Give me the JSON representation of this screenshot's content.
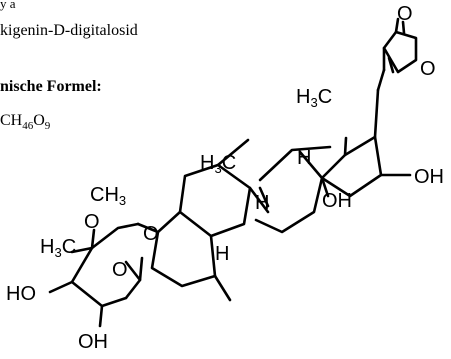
{
  "text": {
    "top_fragment": "y                                                                  a",
    "name": "kigenin-D-digitalosid",
    "formula_heading": "nische Formel:",
    "formula_prefix": "C",
    "formula_c_sub": "",
    "formula_h_sub": "46",
    "formula_o": "O",
    "formula_o_sub": "9"
  },
  "structure": {
    "atoms": {
      "carbonyl_o": "O",
      "ring_o": "O",
      "methyl_h": "H",
      "methyl_c": "C",
      "methyl_sub": "3",
      "h": "H",
      "oh": "OH",
      "ch": "CH",
      "ch_sub": "3",
      "o": "O",
      "ho": "HO"
    }
  }
}
